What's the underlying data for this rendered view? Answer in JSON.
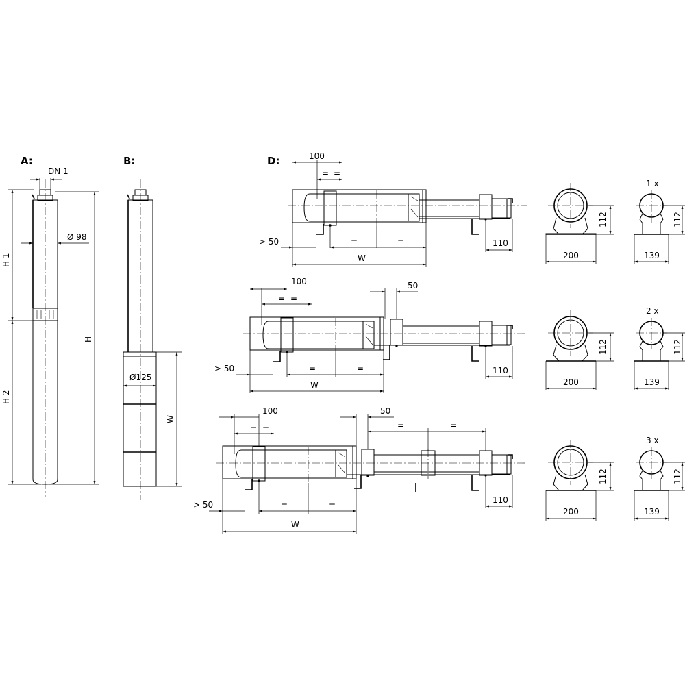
{
  "panels": {
    "a": "A:",
    "b": "B:",
    "d": "D:"
  },
  "view_a": {
    "dn": "DN 1",
    "diameter": "Ø 98",
    "h1": "H 1",
    "h2": "H 2",
    "h": "H"
  },
  "view_b": {
    "diameter": "Ø125",
    "w": "W"
  },
  "view_d": {
    "rows": [
      {
        "w": "W",
        "min_gap": "> 50",
        "clamp": "100",
        "end_len": "110",
        "eq": "=",
        "count": "1 x",
        "base": "200",
        "base_small": "139",
        "height": "112",
        "height_small": "112"
      },
      {
        "w": "W",
        "min_gap": "> 50",
        "clamp": "100",
        "mid": "50",
        "end_len": "110",
        "eq": "=",
        "count": "2 x",
        "base": "200",
        "base_small": "139",
        "height": "112",
        "height_small": "112"
      },
      {
        "w": "W",
        "min_gap": "> 50",
        "clamp": "100",
        "mid": "50",
        "end_len": "110",
        "eq": "=",
        "count": "3 x",
        "base": "200",
        "base_small": "139",
        "height": "112",
        "height_small": "112"
      }
    ]
  }
}
